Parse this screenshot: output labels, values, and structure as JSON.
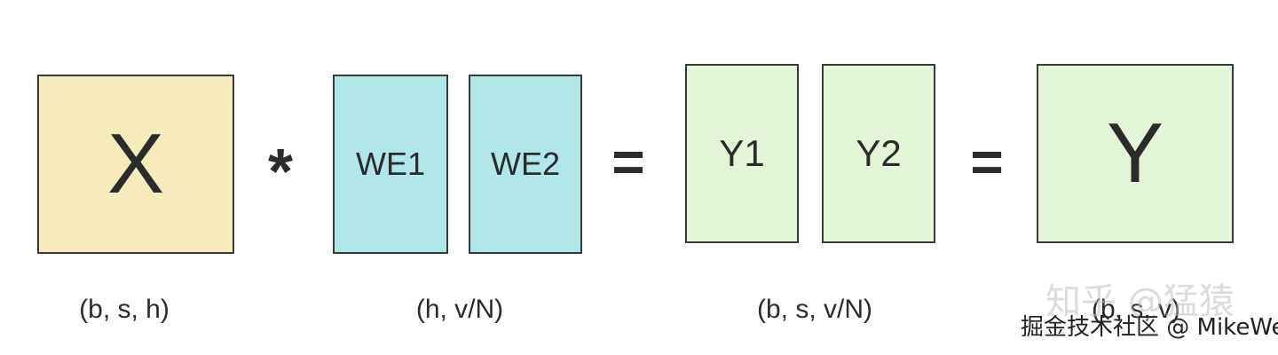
{
  "diagram": {
    "x_box": {
      "label": "X",
      "shape": "(b, s, h)"
    },
    "star_operator": "*",
    "weights": {
      "w1_label": "WE1",
      "w2_label": "WE2",
      "shape": "(h, v/N)"
    },
    "equals_1": "=",
    "partials": {
      "y1_label": "Y1",
      "y2_label": "Y2",
      "shape": "(b, s, v/N)"
    },
    "equals_2": "=",
    "result": {
      "label": "Y",
      "shape": "(b, s, v)"
    }
  },
  "watermarks": {
    "zhihu": "知乎 @猛猿",
    "juejin": "掘金技术社区 @ MikeWe"
  },
  "colors": {
    "x_fill": "#f5ebbb",
    "w_fill": "#b0e7ea",
    "y_fill": "#e3f5d7",
    "border": "#3a3a3a"
  }
}
